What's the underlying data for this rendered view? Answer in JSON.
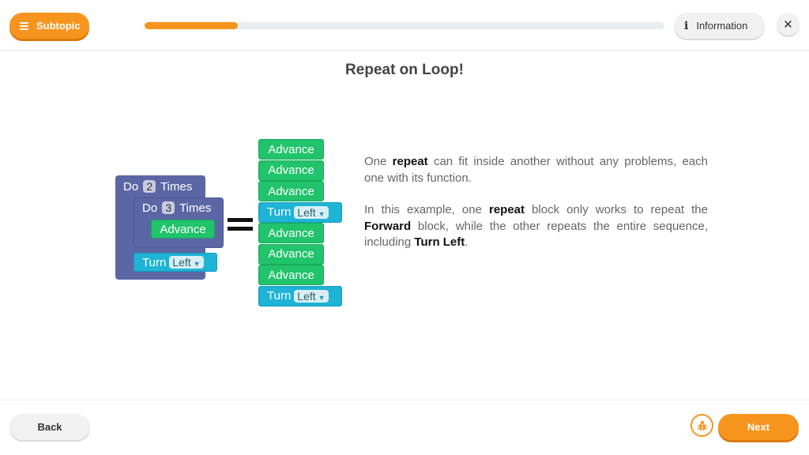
{
  "header": {
    "subtopic_label": "Subtopic",
    "menu_icon": "hamburger-icon",
    "progress_percent": 18,
    "info_label": "Information",
    "info_icon": "info-icon",
    "close_icon": "close-icon",
    "close_symbol": "✕"
  },
  "main": {
    "title": "Repeat on Loop!",
    "illustration": {
      "outer_loop": {
        "prefix": "Do",
        "count": "2",
        "suffix": "Times"
      },
      "inner_loop": {
        "prefix": "Do",
        "count": "3",
        "suffix": "Times"
      },
      "inner_block": "Advance",
      "turn_block": {
        "label": "Turn",
        "option": "Left"
      },
      "equals_symbol": "=",
      "stack": [
        {
          "type": "advance",
          "label": "Advance"
        },
        {
          "type": "advance",
          "label": "Advance"
        },
        {
          "type": "advance",
          "label": "Advance"
        },
        {
          "type": "turn",
          "label": "Turn",
          "option": "Left"
        },
        {
          "type": "advance",
          "label": "Advance"
        },
        {
          "type": "advance",
          "label": "Advance"
        },
        {
          "type": "advance",
          "label": "Advance"
        },
        {
          "type": "turn",
          "label": "Turn",
          "option": "Left"
        }
      ]
    },
    "paragraph1": {
      "a": "One ",
      "b": "repeat",
      "c": " can fit inside another without any problems, each one with its function."
    },
    "paragraph2": {
      "a": "In this example, one ",
      "b": "repeat",
      "c": " block only works to repeat the ",
      "d": "Forward",
      "e": " block, while the other repeats the entire sequence, including ",
      "f": "Turn Left",
      "g": "."
    }
  },
  "footer": {
    "back_label": "Back",
    "bug_icon": "bug-icon",
    "next_label": "Next"
  },
  "colors": {
    "accent": "#f7941d",
    "loop_block": "#5b67a5",
    "advance_block": "#21c36b",
    "turn_block": "#1fb3d6"
  }
}
